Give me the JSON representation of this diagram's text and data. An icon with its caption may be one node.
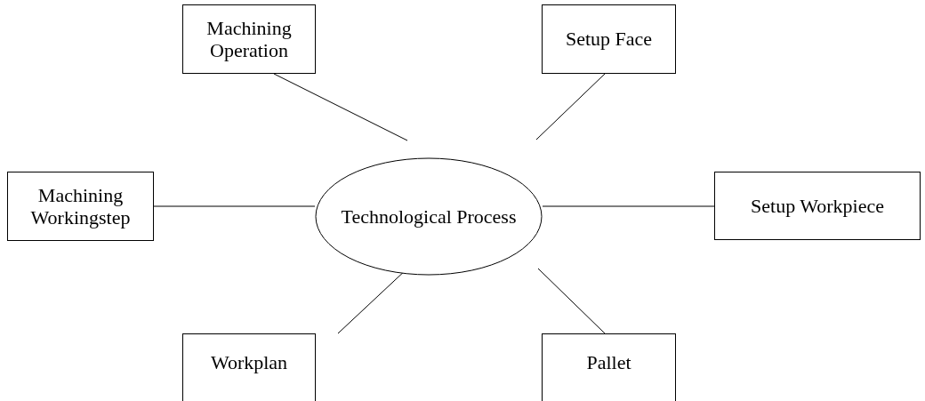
{
  "diagram": {
    "nodes": [
      {
        "text": [
          "Technological Process"
        ]
      },
      {
        "text": [
          "Machining Operation"
        ]
      },
      {
        "text": [
          "Setup Face"
        ]
      },
      {
        "text": [
          "Machining Workingstep"
        ]
      },
      {
        "text": [
          "Setup Workpiece"
        ]
      },
      {
        "text": [
          "Workplan"
        ]
      },
      {
        "text": [
          "Pallet"
        ]
      }
    ],
    "edges": [
      {
        "from": 0,
        "to": 1,
        "arrow": "none"
      },
      {
        "from": 0,
        "to": 2,
        "arrow": "none"
      },
      {
        "from": 0,
        "to": 3,
        "arrow": "none"
      },
      {
        "from": 0,
        "to": 4,
        "arrow": "none"
      },
      {
        "from": 0,
        "to": 5,
        "arrow": "none"
      },
      {
        "from": 0,
        "to": 6,
        "arrow": "none"
      }
    ]
  }
}
